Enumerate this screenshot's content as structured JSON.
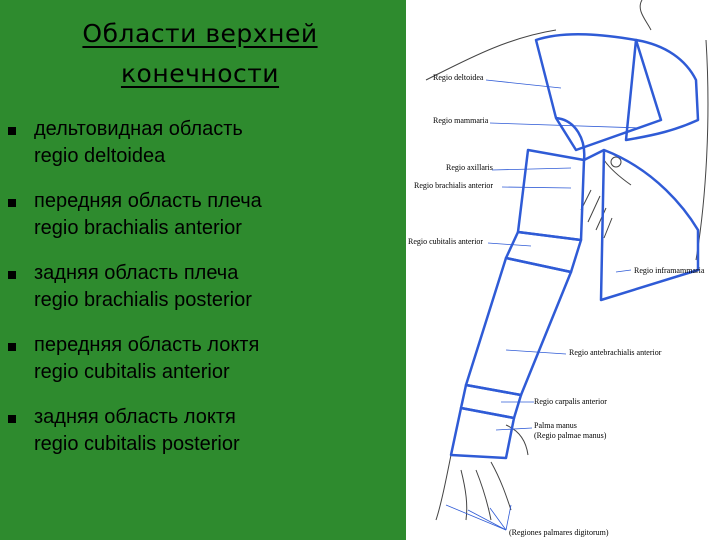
{
  "title": {
    "line1": "Области верхней",
    "line2": "конечности"
  },
  "items": [
    {
      "ru": "дельтовидная область",
      "lat": "regio deltoidea"
    },
    {
      "ru": "передняя область плеча",
      "lat": "regio brachialis anterior"
    },
    {
      "ru": "задняя область плеча",
      "lat": "regio brachialis posterior"
    },
    {
      "ru": "передняя область локтя",
      "lat": "regio cubitalis anterior"
    },
    {
      "ru": "задняя область локтя",
      "lat": "regio cubitalis posterior"
    }
  ],
  "diagram": {
    "labels": {
      "deltoidea": "Regio deltoidea",
      "mammaria": "Regio mammaria",
      "axillaris": "Regio axillaris",
      "brachialis_anterior": "Regio brachialis anterior",
      "cubitalis_anterior": "Regio cubitalis anterior",
      "inframammaria": "Regio inframammaria",
      "antebrachialis_anterior": "Regio antebrachialis anterior",
      "carpalis_anterior": "Regio carpalis anterior",
      "palma_manus": "Palma manus",
      "palmae_manus": "(Regio palmae manus)",
      "palmares_digitorum": "(Regiones palmares digitorum)"
    },
    "colors": {
      "region_outline": "#2f5bd6",
      "body_outline": "#444444",
      "background": "#2e8b2e"
    }
  }
}
